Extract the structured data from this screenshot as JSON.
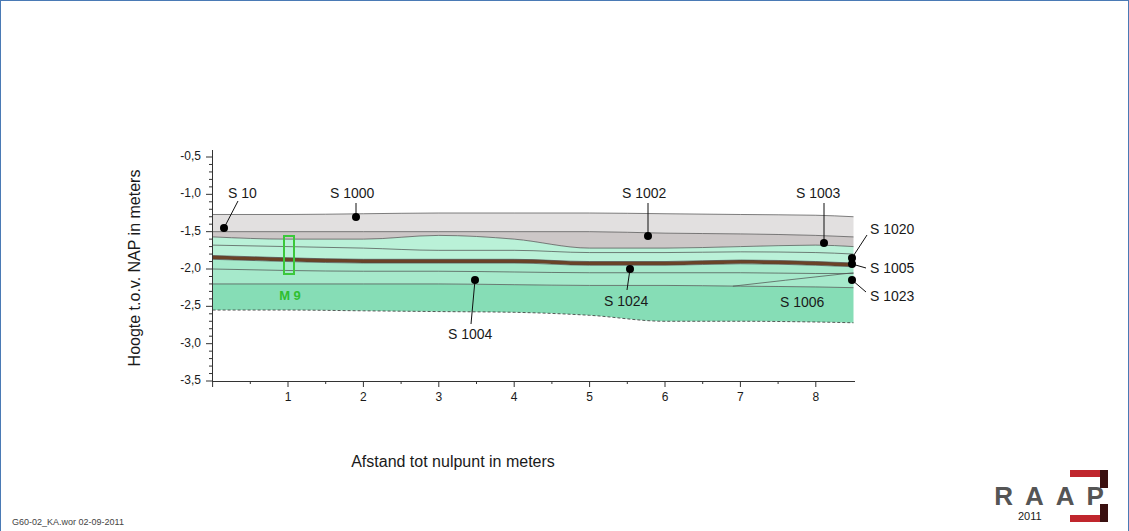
{
  "diagram": {
    "labels": [
      "Hoogte t.o.v. NAP in meters",
      "-0,5",
      "-1,0",
      "-1,5",
      "-2,0",
      "-2,5",
      "-3,0",
      "-3,5",
      "1",
      "2",
      "3",
      "4",
      "5",
      "6",
      "7",
      "8",
      "Afstand tot nulpunt in meters",
      "S 10",
      "S 1000",
      "S 1002",
      "S 1003",
      "S 1020",
      "S 1005",
      "S 1023",
      "S 1004",
      "S 1024",
      "S 1006",
      "M 9",
      "G60-02_KA.wor 02-09-2011",
      "RAAP",
      "2011"
    ]
  }
}
